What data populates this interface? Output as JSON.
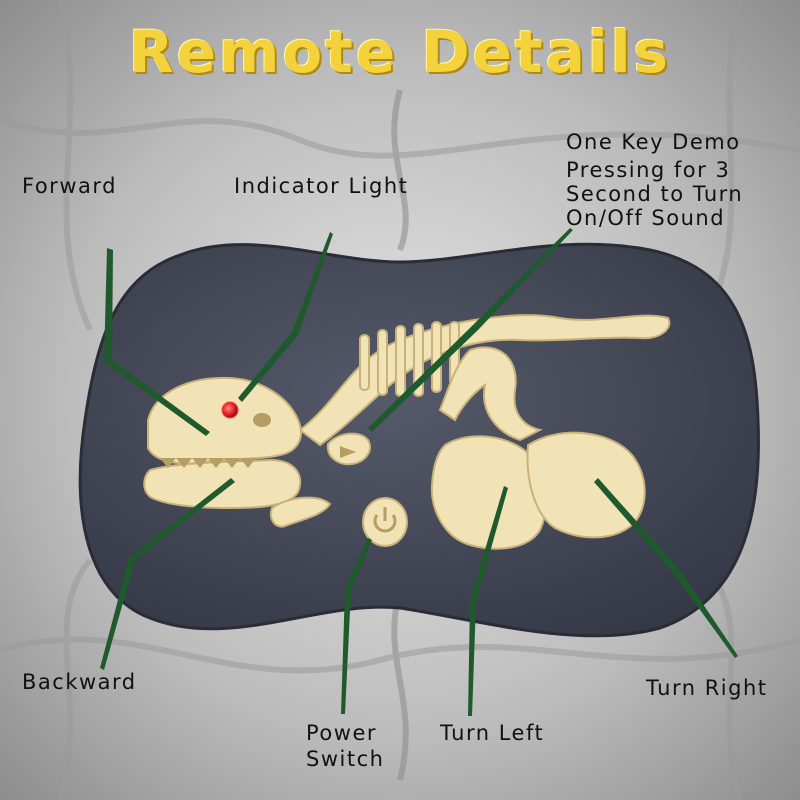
{
  "title": "Remote Details",
  "labels": {
    "forward": "Forward",
    "indicator_light": "Indicator Light",
    "demo_line1": "One Key Demo",
    "demo_line2": "Pressing for 3",
    "demo_line3": "Second to Turn",
    "demo_line4": "On/Off Sound",
    "backward": "Backward",
    "power_line1": "Power",
    "power_line2": "Switch",
    "turn_left": "Turn Left",
    "turn_right": "Turn Right"
  },
  "colors": {
    "title": "#f3d23c",
    "pointer": "#1e5a2c",
    "remote_body": "#474b5a",
    "bone": "#f1e3b6",
    "indicator": "#e8202a",
    "background": "#bdbdbd"
  }
}
